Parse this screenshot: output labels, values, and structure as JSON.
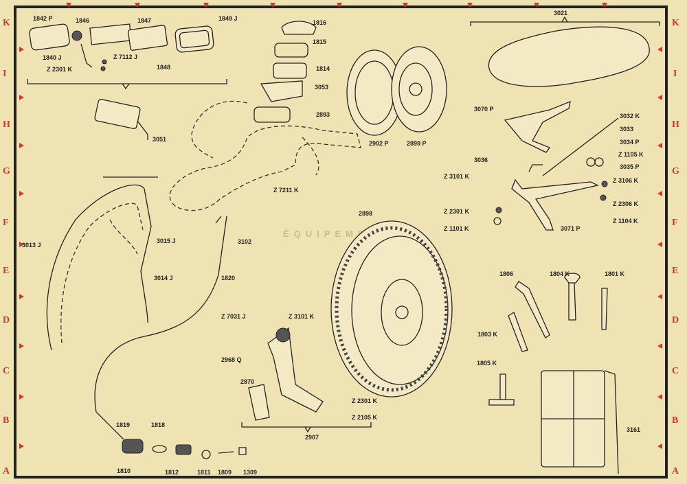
{
  "palette": {
    "paper": "#efe3b4",
    "ink": "#222222",
    "red": "#d23a2a"
  },
  "grid_letters_left": [
    "K",
    "I",
    "H",
    "G",
    "F",
    "E",
    "D",
    "C",
    "B",
    "A"
  ],
  "grid_letters_right": [
    "K",
    "I",
    "H",
    "G",
    "F",
    "E",
    "D",
    "C",
    "B",
    "A"
  ],
  "overlay_text": {
    "heading": "ÉQUIPEMENT"
  },
  "parts": [
    {
      "id": "p1842",
      "label": "1842 P"
    },
    {
      "id": "p1846",
      "label": "1846"
    },
    {
      "id": "p1847",
      "label": "1847"
    },
    {
      "id": "p1849",
      "label": "1849 J"
    },
    {
      "id": "p1840",
      "label": "1840 J"
    },
    {
      "id": "p7112",
      "label": "Z 7112 J"
    },
    {
      "id": "p2301a",
      "label": "Z 2301 K"
    },
    {
      "id": "p1848",
      "label": "1848"
    },
    {
      "id": "p3051",
      "label": "3051"
    },
    {
      "id": "p1816",
      "label": "1816"
    },
    {
      "id": "p1815",
      "label": "1815"
    },
    {
      "id": "p1814",
      "label": "1814"
    },
    {
      "id": "p3053",
      "label": "3053"
    },
    {
      "id": "p2893",
      "label": "2893"
    },
    {
      "id": "p2902",
      "label": "2902 P"
    },
    {
      "id": "p2899",
      "label": "2899 P"
    },
    {
      "id": "p3021",
      "label": "3021"
    },
    {
      "id": "p3070",
      "label": "3070 P"
    },
    {
      "id": "p3032",
      "label": "3032 K"
    },
    {
      "id": "p3033",
      "label": "3033"
    },
    {
      "id": "p3034",
      "label": "3034 P"
    },
    {
      "id": "p1105",
      "label": "Z 1105 K"
    },
    {
      "id": "p3035",
      "label": "3035 P"
    },
    {
      "id": "p3036",
      "label": "3036"
    },
    {
      "id": "p3101a",
      "label": "Z 3101 K"
    },
    {
      "id": "p3106",
      "label": "Z 3106 K"
    },
    {
      "id": "p2301b",
      "label": "Z 2301 K"
    },
    {
      "id": "p2306",
      "label": "Z 2306 K"
    },
    {
      "id": "p1101",
      "label": "Z 1101 K"
    },
    {
      "id": "p1104",
      "label": "Z 1104 K"
    },
    {
      "id": "p3071",
      "label": "3071 P"
    },
    {
      "id": "p7211",
      "label": "Z 7211 K"
    },
    {
      "id": "p3015",
      "label": "3015 J"
    },
    {
      "id": "p3013",
      "label": "3013 J"
    },
    {
      "id": "p3014",
      "label": "3014 J"
    },
    {
      "id": "p3102",
      "label": "3102"
    },
    {
      "id": "p1820",
      "label": "1820"
    },
    {
      "id": "p2898",
      "label": "2898"
    },
    {
      "id": "p7031",
      "label": "Z 7031 J"
    },
    {
      "id": "p3101b",
      "label": "Z 3101 K"
    },
    {
      "id": "p2968",
      "label": "2968 Q"
    },
    {
      "id": "p2870",
      "label": "2870"
    },
    {
      "id": "p2301c",
      "label": "Z 2301 K"
    },
    {
      "id": "p2105",
      "label": "Z 2105 K"
    },
    {
      "id": "p2907",
      "label": "2907"
    },
    {
      "id": "p1806",
      "label": "1806"
    },
    {
      "id": "p1804",
      "label": "1804 K"
    },
    {
      "id": "p1801",
      "label": "1801 K"
    },
    {
      "id": "p1803",
      "label": "1803 K"
    },
    {
      "id": "p1805",
      "label": "1805 K"
    },
    {
      "id": "p3161",
      "label": "3161"
    },
    {
      "id": "p1819",
      "label": "1819"
    },
    {
      "id": "p1818",
      "label": "1818"
    },
    {
      "id": "p1810",
      "label": "1810"
    },
    {
      "id": "p1812",
      "label": "1812"
    },
    {
      "id": "p1811",
      "label": "1811"
    },
    {
      "id": "p1809",
      "label": "1809"
    },
    {
      "id": "p1309",
      "label": "1309"
    }
  ]
}
